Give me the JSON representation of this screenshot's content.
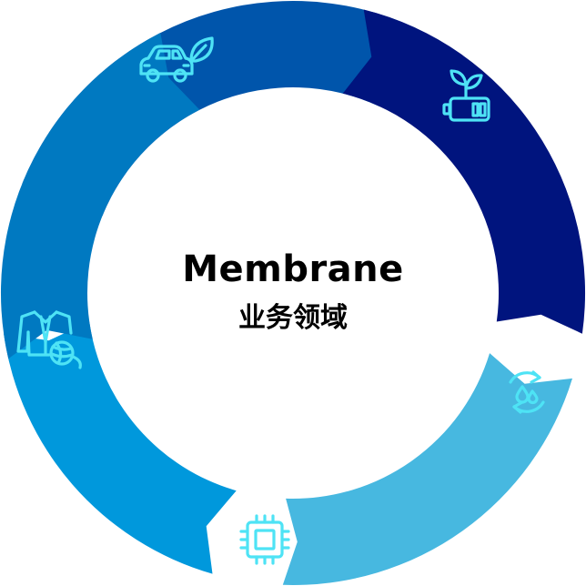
{
  "center": {
    "title": "Membrane",
    "subtitle": "业务领域"
  },
  "segments": [
    {
      "name": "segment-mobility",
      "icon": "car-leaf-icon",
      "color": "#0055ab"
    },
    {
      "name": "segment-energy",
      "icon": "battery-plant-icon",
      "color": "#00147e"
    },
    {
      "name": "segment-water",
      "icon": "water-recycle-icon",
      "color": "#47b8e0"
    },
    {
      "name": "segment-electronics",
      "icon": "chip-icon",
      "color": "#0098dc"
    },
    {
      "name": "segment-textile",
      "icon": "shirt-yarn-icon",
      "color": "#0079c1"
    }
  ],
  "icon_color": "#4ee3f5"
}
